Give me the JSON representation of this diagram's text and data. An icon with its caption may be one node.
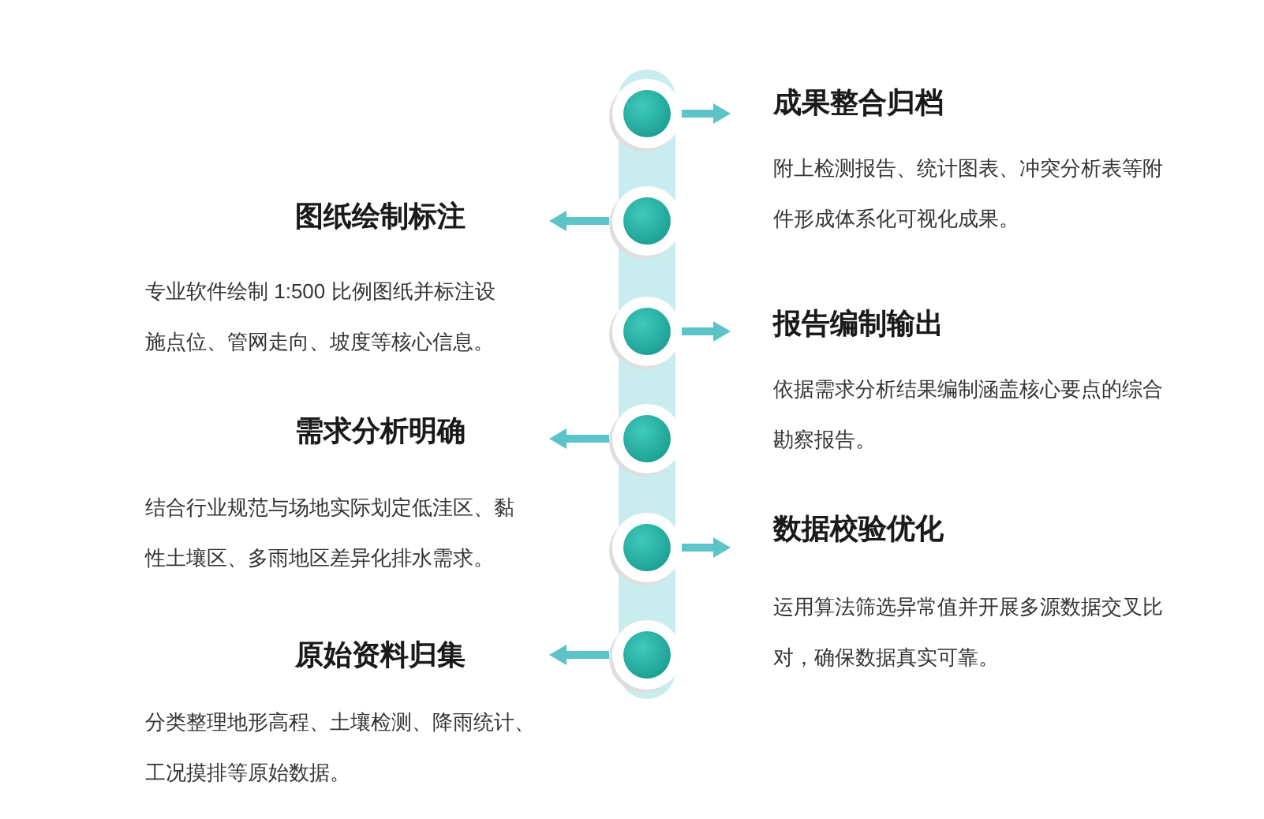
{
  "diagram": {
    "nodes": [
      {
        "text": [],
        "shape": "circle"
      },
      {
        "text": [
          "成果整合归档",
          "附上检测报告、统计图表、冲突分析表等附件形成体系化可视化成果。"
        ]
      },
      {
        "text": [
          "图纸绘制标注",
          "专业软件绘制 1:500 比例图纸并标注设施点位、管网走向、坡度等核心信息。"
        ]
      },
      {
        "text": [],
        "shape": "circle"
      },
      {
        "text": [],
        "shape": "circle"
      },
      {
        "text": [
          "报告编制输出",
          "依据需求分析结果编制涵盖核心要点的综合勘察报告。"
        ]
      },
      {
        "text": [
          "需求分析明确",
          "结合行业规范与场地实际划定低洼区、黏性土壤区、多雨地区差异化排水需求。"
        ]
      },
      {
        "text": [],
        "shape": "circle"
      },
      {
        "text": [],
        "shape": "circle"
      },
      {
        "text": [
          "数据校验优化",
          "运用算法筛选异常值并开展多源数据交叉比对，确保数据真实可靠。"
        ]
      },
      {
        "text": [
          "原始资料归集",
          "分类整理地形高程、土壤检测、降雨统计、工况摸排等原始数据。"
        ]
      },
      {
        "text": [],
        "shape": "circle"
      }
    ],
    "edges": [
      {
        "from": 0,
        "to": 1,
        "arrow": "to"
      },
      {
        "from": 3,
        "to": 2,
        "arrow": "to"
      },
      {
        "from": 4,
        "to": 5,
        "arrow": "to"
      },
      {
        "from": 7,
        "to": 6,
        "arrow": "to"
      },
      {
        "from": 8,
        "to": 9,
        "arrow": "to"
      },
      {
        "from": 11,
        "to": 10,
        "arrow": "to"
      }
    ]
  }
}
